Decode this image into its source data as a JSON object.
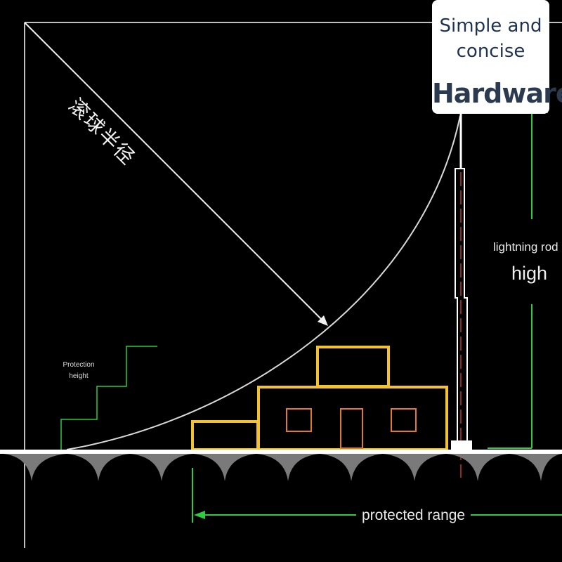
{
  "badge": {
    "line1": "Simple and",
    "line2": "concise",
    "brand": "Hardware"
  },
  "labels": {
    "rolling_radius": "滚球半径",
    "protection_height": "Protection height",
    "lightning_rod": "lightning rod",
    "high": "high",
    "protected_range": "protected range"
  },
  "colors": {
    "background": "#000000",
    "outline": "#bfbfbf",
    "building": "#f2c230",
    "window": "#e07a2c",
    "dimension": "#2ecc40",
    "rod_core": "#c0392b",
    "ground": "#ffffff",
    "badge_text": "#1f3350"
  }
}
